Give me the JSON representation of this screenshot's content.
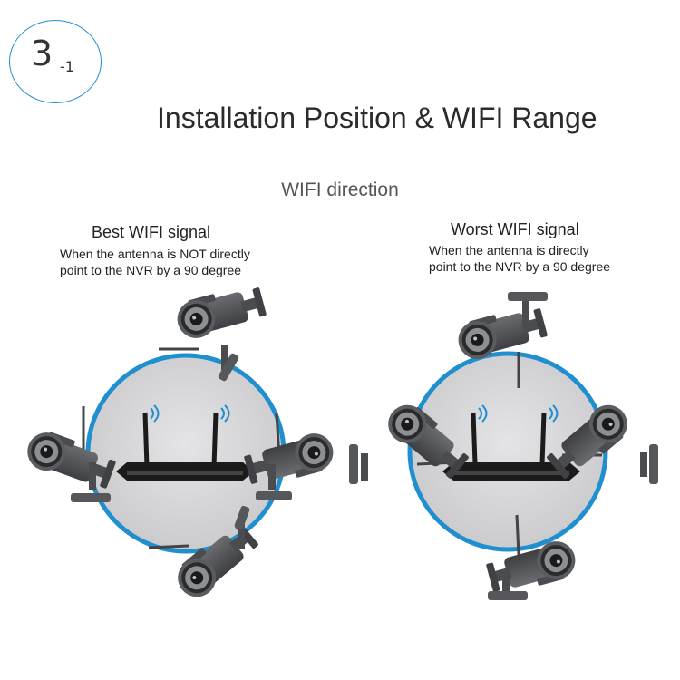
{
  "badge": {
    "main": "3",
    "sub": "-1"
  },
  "title": "Installation Position & WIFI Range",
  "subtitle": "WIFI direction",
  "best": {
    "heading": "Best WIFI signal",
    "line1": "When the antenna is NOT directly",
    "line2": "point to the NVR by a 90 degree"
  },
  "worst": {
    "heading": "Worst WIFI signal",
    "line1": "When the antenna is directly",
    "line2": "point to the NVR by a 90 degree"
  },
  "colors": {
    "accent": "#1f8fd0",
    "circle_fill": "#d5d5d7",
    "camera": "#56585c",
    "nvr": "#1b1b1b",
    "wifi_wave": "#1f8fd0"
  }
}
